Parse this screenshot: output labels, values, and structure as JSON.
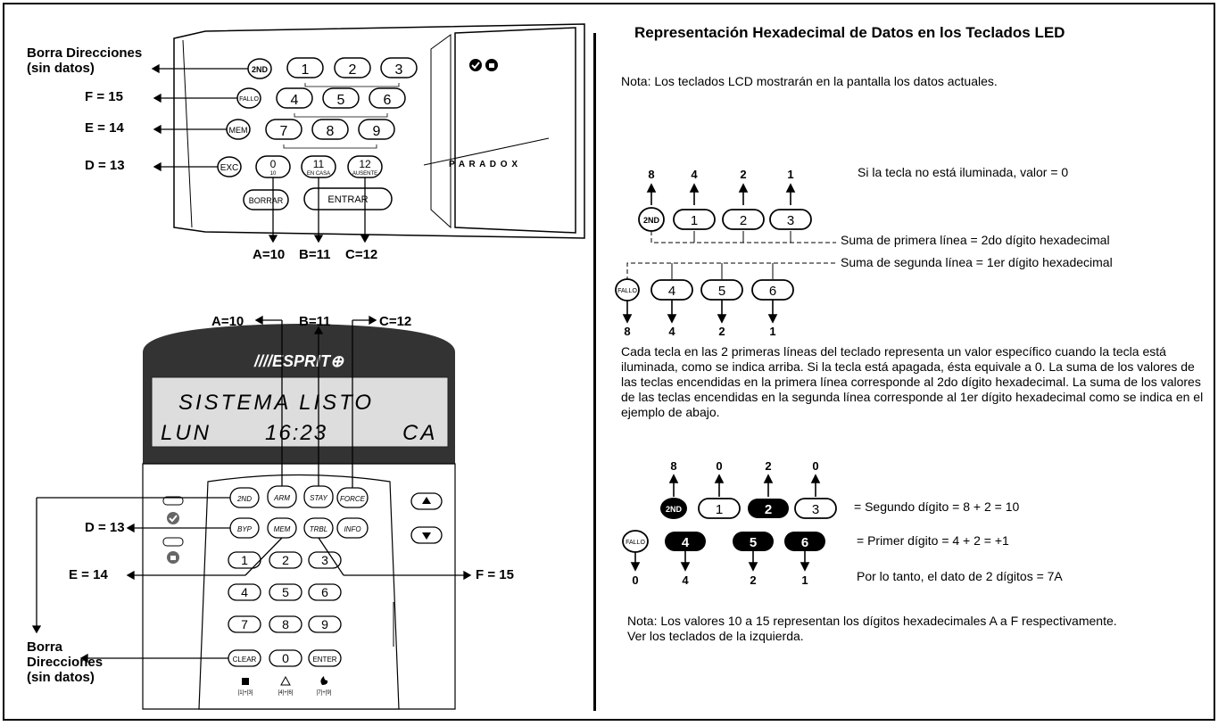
{
  "title": "Representación Hexadecimal de Datos  en los Teclados LED",
  "note1": "Nota: Los teclados LCD mostrarán en la pantalla los datos actuales.",
  "unlit_note": "Si la tecla no está iluminada, valor = 0",
  "sum_line1": "Suma de primera línea = 2do dígito hexadecimal",
  "sum_line2": "Suma de segunda línea = 1er dígito hexadecimal",
  "paragraph": "Cada tecla en las 2 primeras líneas del teclado representa un valor específico cuando la tecla está iluminada, como se indica arriba. Si la tecla está apagada, ésta equivale a 0. La suma de los valores de las teclas encendidas en la primera línea corresponde al 2do dígito hexadecimal. La suma de los valores de las teclas encendidas en la segunda línea corresponde al 1er dígito hexadecimal como se indica en el ejemplo de abajo.",
  "example_second": "= Segundo dígito = 8 + 2 = 10",
  "example_first": "= Primer dígito = 4 + 2 = +1",
  "example_result": "Por lo tanto, el dato de 2 dígitos = 7A",
  "note2": "Nota: Los valores 10 a 15 representan los dígitos hexadecimales A a F respectivamente. Ver los teclados de la izquierda.",
  "led_keypad": {
    "borra_line1": "Borra Direcciones",
    "borra_line2": "(sin datos)",
    "f_label": "F = 15",
    "e_label": "E = 14",
    "d_label": "D = 13",
    "a_label": "A=10",
    "b_label": "B=11",
    "c_label": "C=12",
    "brand": "P A R A D O X",
    "keys": {
      "k2nd": "2ND",
      "fallo": "FALLO",
      "mem": "MEM",
      "exc": "EXC",
      "k1": "1",
      "k2": "2",
      "k3": "3",
      "k4": "4",
      "k5": "5",
      "k6": "6",
      "k7": "7",
      "k8": "8",
      "k9": "9",
      "k0": "0",
      "k10": "10",
      "k11": "11",
      "en_casa": "EN CASA",
      "k12": "12",
      "ausente": "AUSENTE",
      "borrar": "BORRAR",
      "entrar": "ENTRAR"
    }
  },
  "lcd_keypad": {
    "a_label": "A=10",
    "b_label": "B=11",
    "c_label": "C=12",
    "d_label": "D = 13",
    "e_label": "E = 14",
    "f_label": "F = 15",
    "borra_1": "Borra",
    "borra_2": "Direcciones",
    "borra_3": "(sin datos)",
    "brand": "////ESPRIT⊕",
    "screen_line1": "SISTEMA LISTO",
    "screen_line2a": "LUN",
    "screen_line2b": "16:23",
    "screen_line2c": "CA",
    "keys": {
      "k2nd": "2ND",
      "arm": "ARM",
      "stay": "STAY",
      "force": "FORCE",
      "byp": "BYP",
      "mem": "MEM",
      "trbl": "TRBL",
      "info": "INFO",
      "k1": "1",
      "k2": "2",
      "k3": "3",
      "k4": "4",
      "k5": "5",
      "k6": "6",
      "k7": "7",
      "k8": "8",
      "k9": "9",
      "k0": "0",
      "clear": "CLEAR",
      "enter": "ENTER"
    },
    "footer1": "[1]+[3]",
    "footer2": "[4]+[6]",
    "footer3": "[7]+[9]"
  },
  "diagram1": {
    "top_values": [
      "8",
      "4",
      "2",
      "1"
    ],
    "keys_row1": [
      "2ND",
      "1",
      "2",
      "3"
    ],
    "keys_row2": [
      "FALLO",
      "4",
      "5",
      "6"
    ],
    "bottom_values": [
      "8",
      "4",
      "2",
      "1"
    ]
  },
  "diagram2": {
    "top_values": [
      "8",
      "0",
      "2",
      "0"
    ],
    "keys_row1": [
      "2ND",
      "1",
      "2",
      "3"
    ],
    "keys_row2": [
      "FALLO",
      "4",
      "5",
      "6"
    ],
    "bottom_values": [
      "0",
      "4",
      "2",
      "1"
    ]
  }
}
